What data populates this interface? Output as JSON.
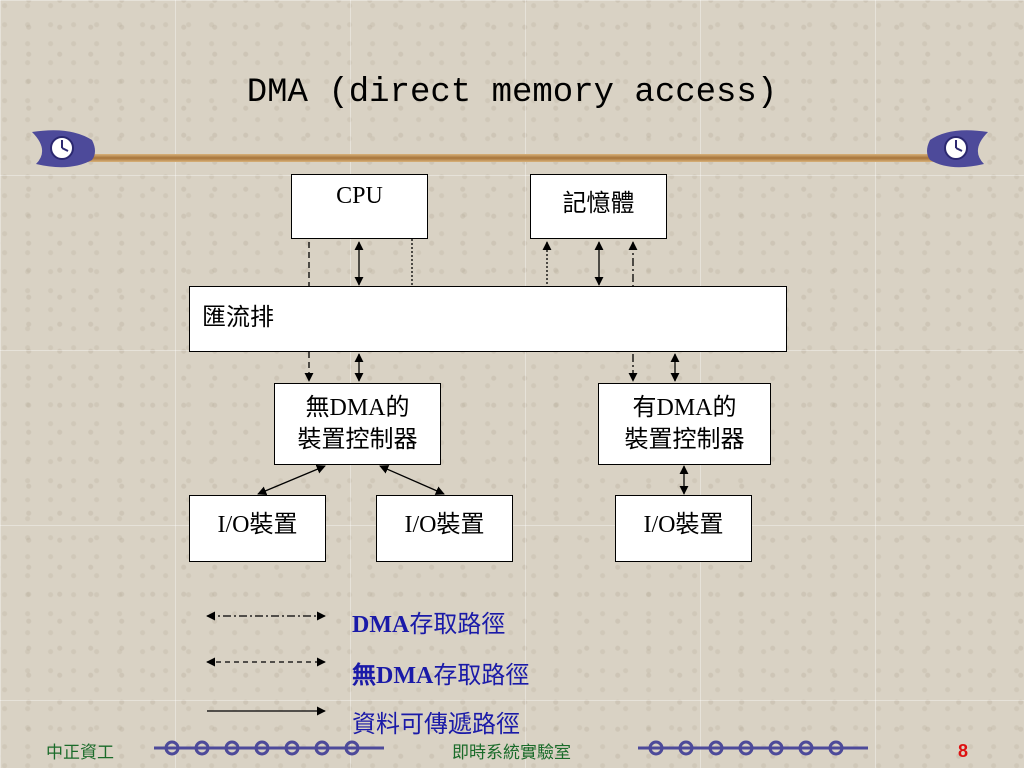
{
  "slide": {
    "title": "DMA (direct memory access)",
    "page_number": "8"
  },
  "diagram": {
    "cpu": "CPU",
    "memory": "記憶體",
    "bus": "匯流排",
    "controller_no_dma": {
      "line1": "無DMA的",
      "line2": "裝置控制器"
    },
    "controller_dma": {
      "line1": "有DMA的",
      "line2": "裝置控制器"
    },
    "io_devices": [
      "I/O裝置",
      "I/O裝置",
      "I/O裝置"
    ]
  },
  "legend": [
    {
      "prefix": "DMA",
      "suffix": "存取路徑",
      "line_style": "dash-dot"
    },
    {
      "prefix": "無DMA",
      "suffix": "存取路徑",
      "line_style": "dashed"
    },
    {
      "prefix": "",
      "suffix": "資料可傳遞路徑",
      "line_style": "solid"
    }
  ],
  "footer": {
    "left": "中正資工",
    "center": "即時系統實驗室"
  },
  "colors": {
    "legend_text": "#1a1aa8",
    "footer_text": "#1a6b2a",
    "page_number": "#dd1111",
    "rule_bar": "#b98a4c",
    "ornament": "#4d4a9a"
  }
}
